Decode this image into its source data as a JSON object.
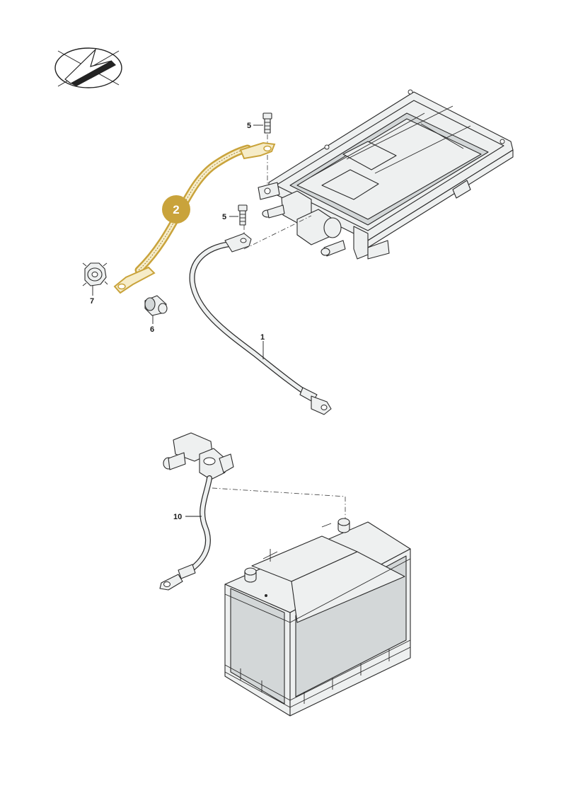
{
  "callouts": {
    "c1": "1",
    "c2": "2",
    "c5a": "5",
    "c5b": "5",
    "c6": "6",
    "c7": "7",
    "c10": "10"
  },
  "colors": {
    "highlight": "#c9a33b",
    "badge": "#c9a33b",
    "outline": "#2a2a2a",
    "part_fill": "#eef0f0"
  },
  "icons": {
    "orientation": "orientation-arrow-icon"
  }
}
